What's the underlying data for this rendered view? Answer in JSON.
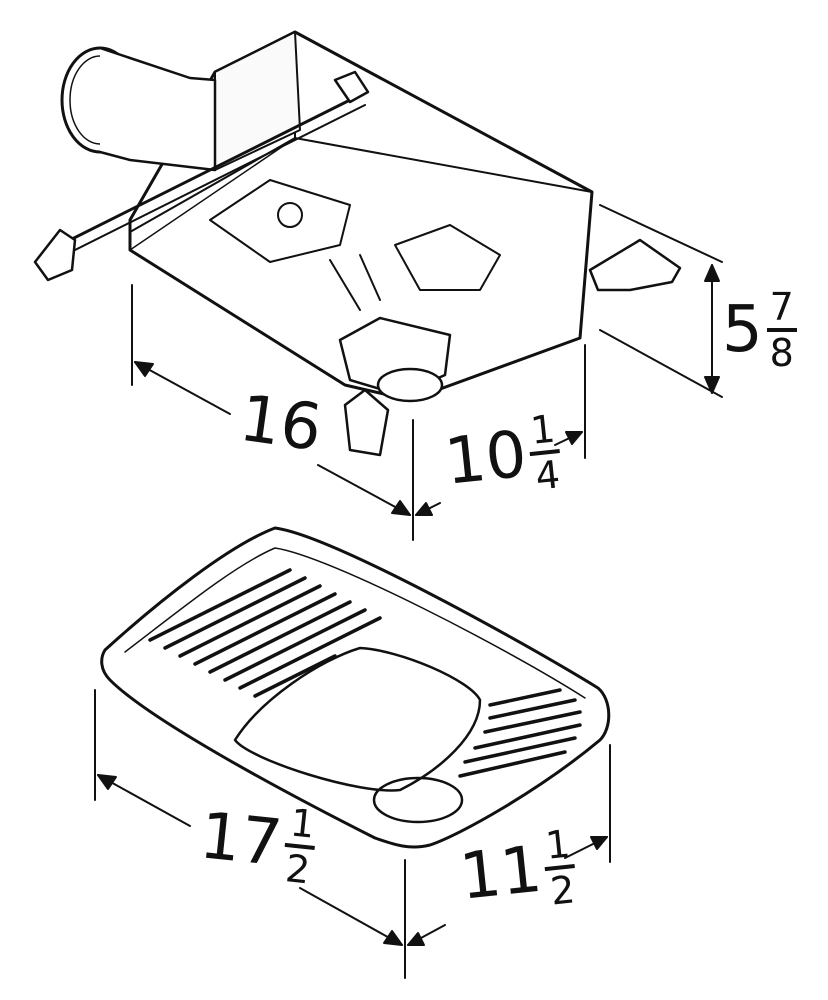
{
  "figures": [
    {
      "part": "housing",
      "dimensions": [
        {
          "id": "housing-length",
          "whole": "16",
          "num": "",
          "den": ""
        },
        {
          "id": "housing-width",
          "whole": "10",
          "num": "1",
          "den": "4"
        },
        {
          "id": "housing-height",
          "whole": "5",
          "num": "7",
          "den": "8"
        }
      ]
    },
    {
      "part": "grille",
      "dimensions": [
        {
          "id": "grille-length",
          "whole": "17",
          "num": "1",
          "den": "2"
        },
        {
          "id": "grille-width",
          "whole": "11",
          "num": "1",
          "den": "2"
        }
      ]
    }
  ],
  "colors": {
    "line": "#111111",
    "background": "#ffffff"
  }
}
